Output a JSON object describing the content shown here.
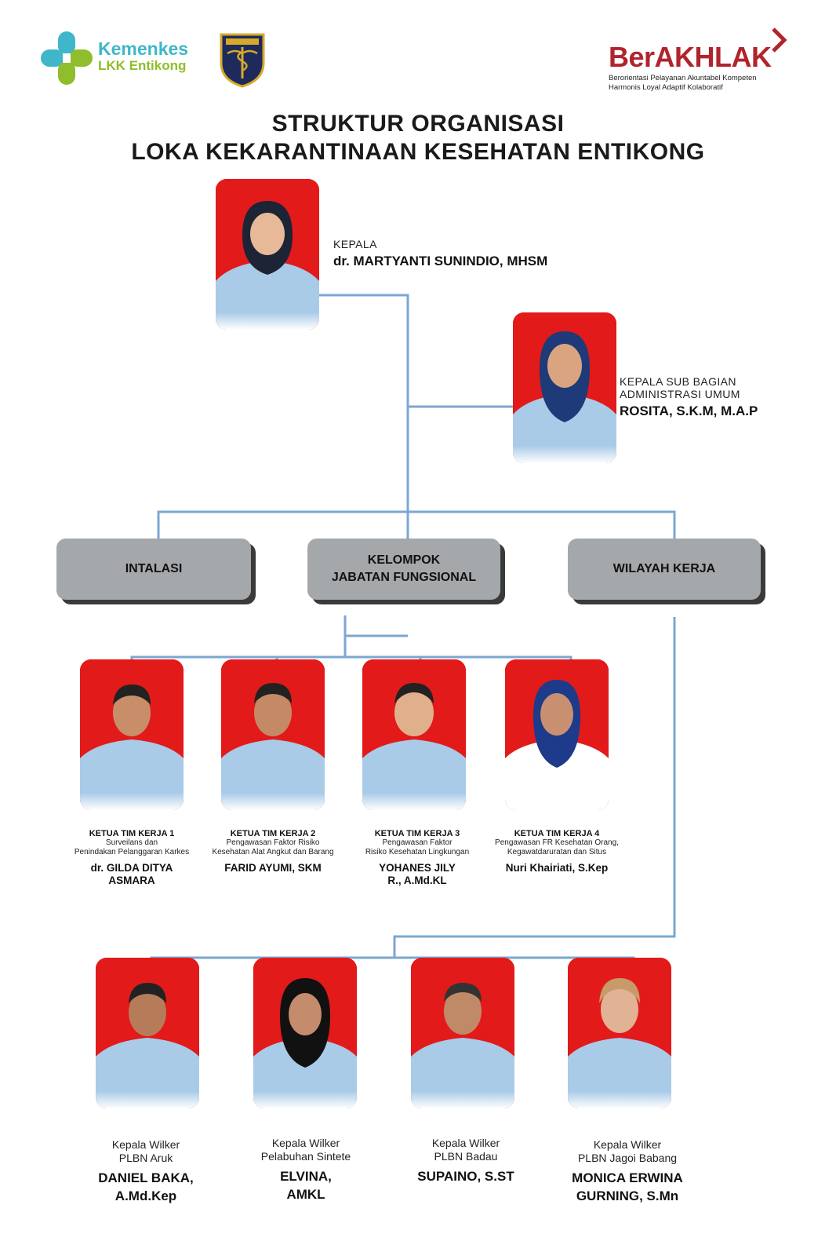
{
  "header": {
    "kemenkes_line1": "Kemenkes",
    "kemenkes_line2": "LKK Entikong",
    "berakhlak_brand": "BerAKHLAK",
    "berakhlak_tag1": "Berorientasi Pelayanan Akuntabel Kompeten",
    "berakhlak_tag2": "Harmonis Loyal Adaptif Kolaboratif"
  },
  "title": {
    "line1": "STRUKTUR ORGANISASI",
    "line2": "LOKA KEKARANTINAAN KESEHATAN ENTIKONG"
  },
  "kepala": {
    "role": "KEPALA",
    "name": "dr. MARTYANTI SUNINDIO, MHSM"
  },
  "kasubag": {
    "role1": "KEPALA SUB BAGIAN",
    "role2": "ADMINISTRASI UMUM",
    "name": "ROSITA, S.K.M, M.A.P"
  },
  "boxes": {
    "instalasi": "INTALASI",
    "jafung1": "KELOMPOK",
    "jafung2": "JABATAN FUNGSIONAL",
    "wilker": "WILAYAH KERJA"
  },
  "tim": [
    {
      "head": "KETUA TIM KERJA 1",
      "desc1": "Surveilans dan",
      "desc2": "Penindakan Pelanggaran Karkes",
      "name1": "dr. GILDA DITYA",
      "name2": "ASMARA"
    },
    {
      "head": "KETUA TIM KERJA 2",
      "desc1": "Pengawasan Faktor Risiko",
      "desc2": "Kesehatan Alat Angkut dan Barang",
      "name1": "FARID AYUMI, SKM",
      "name2": ""
    },
    {
      "head": "KETUA TIM KERJA 3",
      "desc1": "Pengawasan Faktor",
      "desc2": "Risiko Kesehatan Lingkungan",
      "name1": "YOHANES JILY",
      "name2": "R., A.Md.KL"
    },
    {
      "head": "KETUA TIM KERJA 4",
      "desc1": "Pengawasan FR Kesehatan Orang,",
      "desc2": "Kegawatdaruratan dan Situs",
      "name1": "Nuri Khairiati, S.Kep",
      "name2": ""
    }
  ],
  "wilker": [
    {
      "r1": "Kepala Wilker",
      "r2": "PLBN Aruk",
      "name1": "DANIEL BAKA,",
      "name2": "A.Md.Kep"
    },
    {
      "r1": "Kepala Wilker",
      "r2": "Pelabuhan Sintete",
      "name1": "ELVINA,",
      "name2": "AMKL"
    },
    {
      "r1": "Kepala Wilker",
      "r2": "PLBN Badau",
      "name1": "SUPAINO, S.ST",
      "name2": ""
    },
    {
      "r1": "Kepala Wilker",
      "r2": "PLBN Jagoi Babang",
      "name1": "MONICA ERWINA",
      "name2": "GURNING, S.Mn"
    }
  ],
  "colors": {
    "connector": "#7ba7d2",
    "box": "#a5a8ab",
    "photo_bg": "#e21a1a",
    "uniform": "#a9cbe8",
    "brand_red": "#b0252d"
  }
}
